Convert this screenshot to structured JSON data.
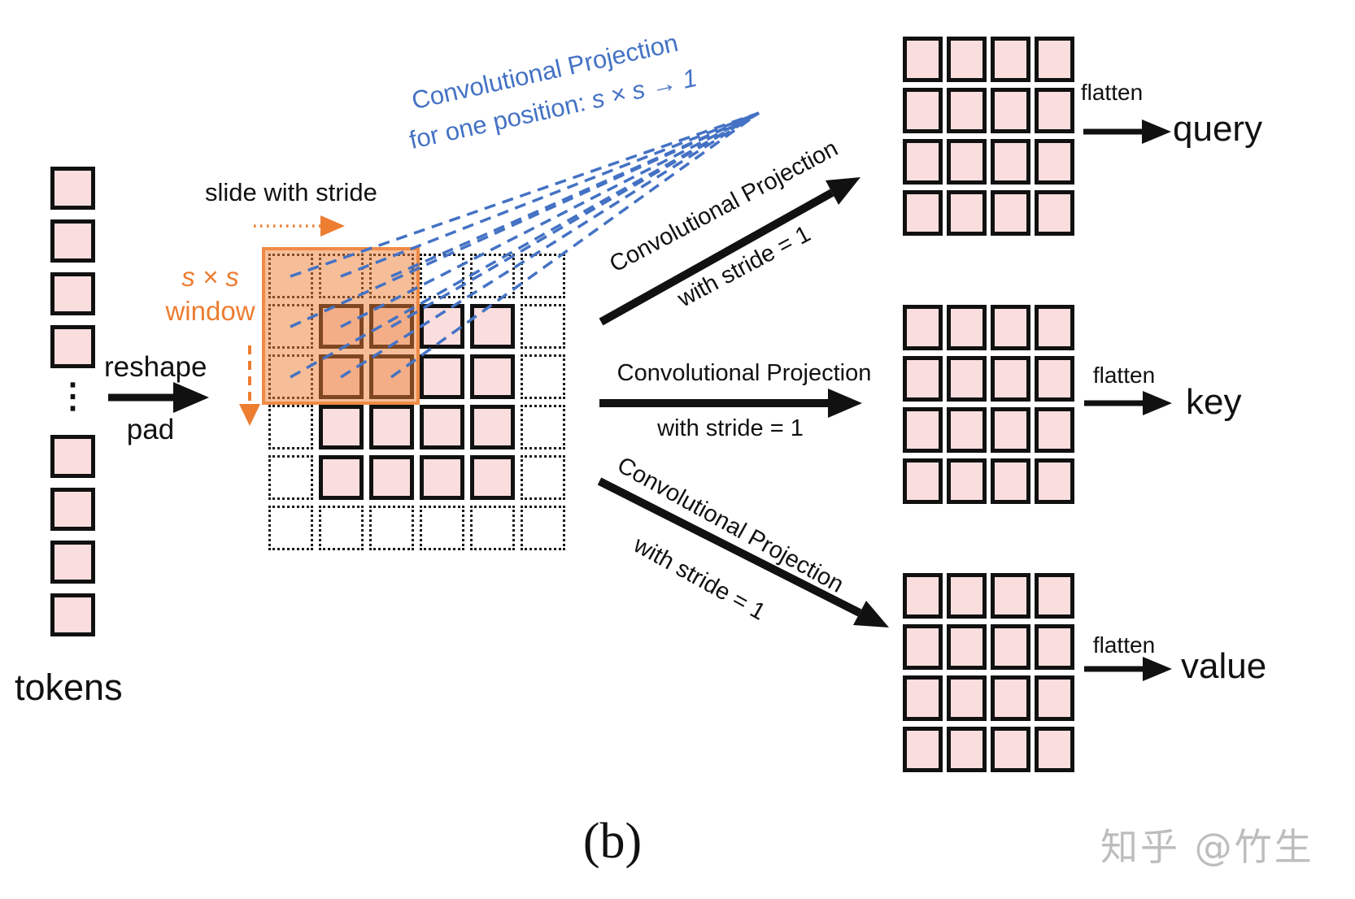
{
  "colors": {
    "accent_blue": "#4472C4",
    "accent_orange": "#ED7D31",
    "token_pink": "#FADEDD",
    "border_black": "#111111",
    "watermark_gray": "#BDBDBD"
  },
  "tokens_column": {
    "label": "tokens",
    "ellipsis": "⋮",
    "count_top": 4,
    "count_bottom": 4
  },
  "reshape_arrow": {
    "top_label": "reshape",
    "bottom_label": "pad"
  },
  "slide_annotation": {
    "label": "slide with stride"
  },
  "window_annotation": {
    "line1": "s × s",
    "line2": "window"
  },
  "blue_annotation": {
    "line1": "Convolutional Projection",
    "line2_prefix": "for one position:",
    "line2_expr": "s × s → 1"
  },
  "grid": {
    "main": {
      "rows": 6,
      "cols": 6,
      "pad_ring": true
    },
    "output": {
      "rows": 4,
      "cols": 4,
      "pad_ring": false
    }
  },
  "projections": [
    {
      "line1": "Convolutional Projection",
      "line2": "with stride = 1",
      "flatten_label": "flatten",
      "output_label": "query"
    },
    {
      "line1": "Convolutional Projection",
      "line2": "with stride = 1",
      "flatten_label": "flatten",
      "output_label": "key"
    },
    {
      "line1": "Convolutional Projection",
      "line2": "with stride = 1",
      "flatten_label": "flatten",
      "output_label": "value"
    }
  ],
  "caption": "(b)",
  "watermark": "知乎 @竹生"
}
